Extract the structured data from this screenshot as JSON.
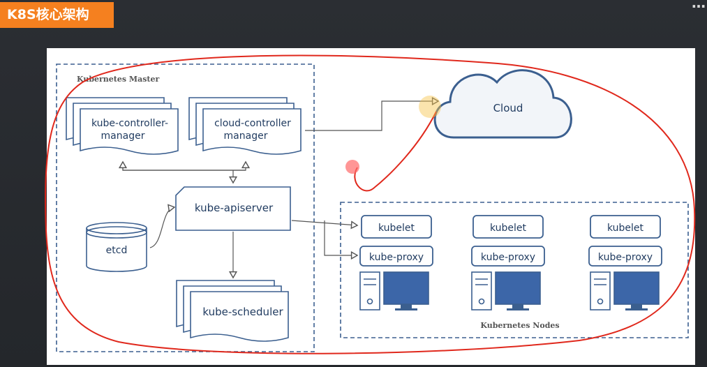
{
  "header": {
    "title": "K8S核心架构",
    "corner_text": "…"
  },
  "diagram": {
    "master_label": "Kubernetes Master",
    "nodes_label": "Kubernetes Nodes",
    "kube_controller_manager": [
      "kube-controller-",
      "manager"
    ],
    "cloud_controller_manager": [
      "cloud-controller",
      "manager"
    ],
    "kube_apiserver": "kube-apiserver",
    "etcd": "etcd",
    "kube_scheduler": "kube-scheduler",
    "cloud": "Cloud",
    "nodes": [
      {
        "kubelet": "kubelet",
        "kube_proxy": "kube-proxy"
      },
      {
        "kubelet": "kubelet",
        "kube_proxy": "kube-proxy"
      },
      {
        "kubelet": "kubelet",
        "kube_proxy": "kube-proxy"
      }
    ]
  },
  "colors": {
    "accent": "#f5801f",
    "diagram_blue": "#3b5f8f",
    "annotation_red": "#e0281c"
  }
}
